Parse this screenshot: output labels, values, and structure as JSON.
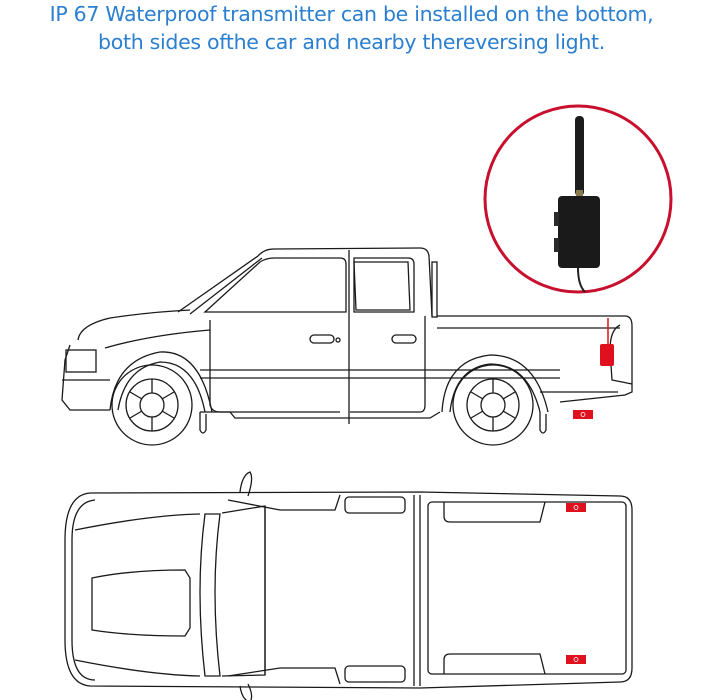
{
  "caption": {
    "line1": "IP 67 Waterproof transmitter can be installed on the bottom,",
    "line2": "both sides ofthe car and nearby thereversing light.",
    "color": "#2a7fd0"
  },
  "illustration": {
    "inset_photo": {
      "subject": "wireless-transmitter-with-antenna",
      "ring_color": "#c8102e"
    },
    "side_view": {
      "subject": "pickup-truck-side-view",
      "markers": [
        "transmitter-side-mount",
        "transmitter-bottom-mount"
      ]
    },
    "top_view": {
      "subject": "pickup-truck-top-view",
      "markers": [
        "bed-left-mount",
        "bed-right-mount"
      ]
    },
    "marker_color": "#e0101e"
  }
}
